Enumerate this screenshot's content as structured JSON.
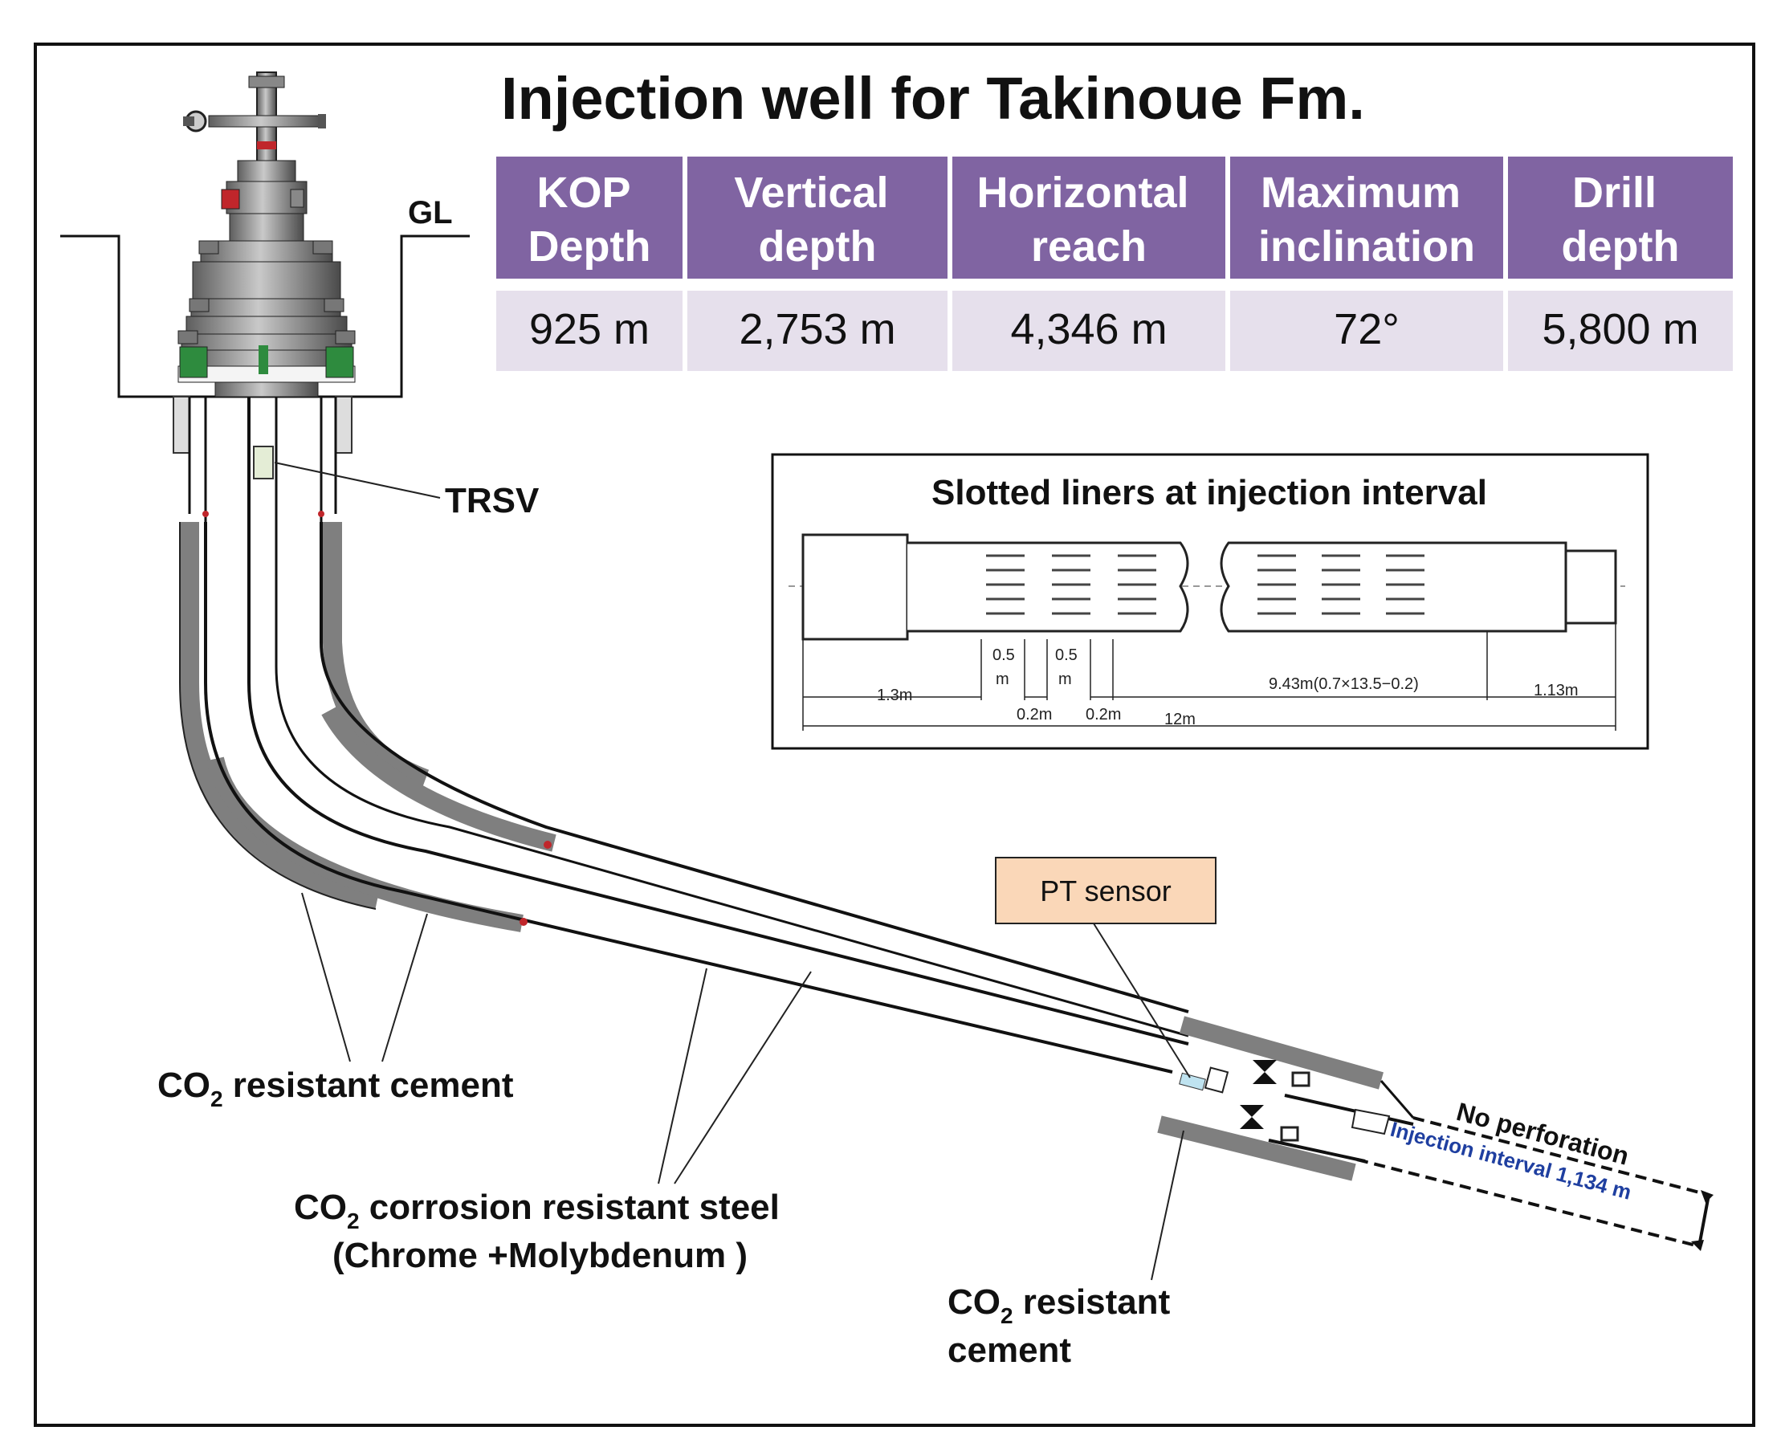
{
  "title": "Injection well for Takinoue Fm.",
  "table": {
    "headers": [
      [
        "KOP",
        "Depth"
      ],
      [
        "Vertical",
        "depth"
      ],
      [
        "Horizontal",
        "reach"
      ],
      [
        "Maximum",
        "inclination"
      ],
      [
        "Drill",
        "depth"
      ]
    ],
    "values": [
      "925 m",
      "2,753 m",
      "4,346 m",
      "72°",
      "5,800 m"
    ]
  },
  "labels": {
    "gl": "GL",
    "trsv": "TRSV",
    "pt_sensor": "PT sensor",
    "cement_left": {
      "pre": "CO",
      "sub": "2",
      "post": " resistant cement"
    },
    "steel_line1": {
      "pre": "CO",
      "sub": "2",
      "post": " corrosion resistant steel"
    },
    "steel_line2": "(Chrome +Molybdenum )",
    "cement_right_line1": {
      "pre": "CO",
      "sub": "2",
      "post": " resistant"
    },
    "cement_right_line2": "cement",
    "no_perforation": "No perforation",
    "injection_interval": "Injection interval 1,134 m"
  },
  "inset": {
    "title": "Slotted liners at injection interval",
    "dims": {
      "d1": "1.3m",
      "d2a": "0.5",
      "d2b": "m",
      "d3a": "0.5",
      "d3b": "m",
      "d4": "0.2m",
      "d5": "0.2m",
      "d6": "9.43m(0.7×13.5−0.2)",
      "d7": "1.13m",
      "d8": "12m"
    }
  },
  "colors": {
    "header_bg": "#8064A2",
    "cell_bg": "#E6E0EC",
    "cement": "#7f7f7f",
    "pt_box": "#FAD7B8",
    "injection_text": "#1f3fa0",
    "wellhead_green": "#2e8b3e",
    "wellhead_red": "#c0262b"
  }
}
